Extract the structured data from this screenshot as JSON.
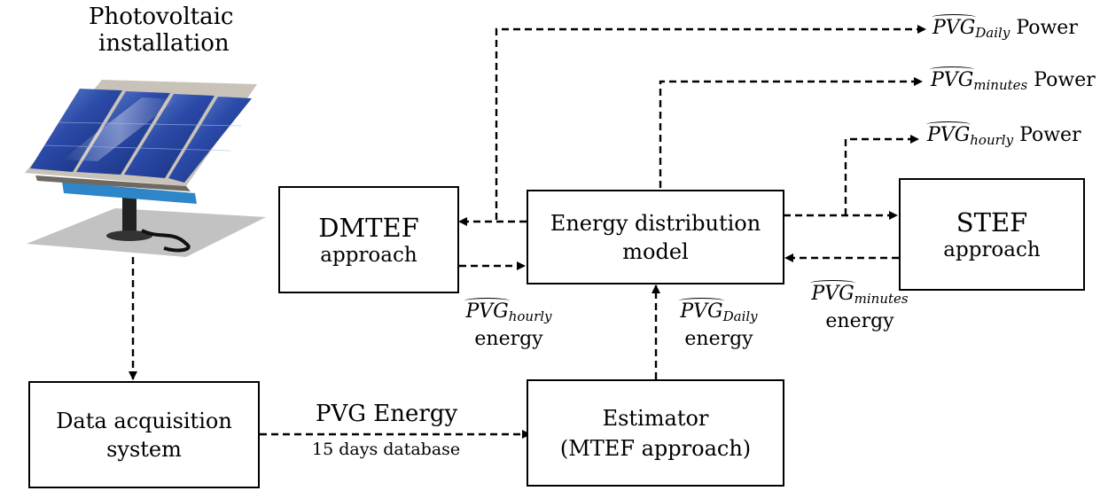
{
  "pv_installation": {
    "line1": "Photovoltaic",
    "line2": "installation"
  },
  "blocks": {
    "dmtef": {
      "line1": "DMTEF",
      "line2": "approach"
    },
    "energy_model": {
      "line1": "Energy distribution",
      "line2": "model"
    },
    "stef": {
      "line1": "STEF",
      "line2": "approach"
    },
    "data_acq": {
      "line1": "Data acquisition",
      "line2": "system"
    },
    "estimator": {
      "line1": "Estimator",
      "line2": "(MTEF approach)"
    }
  },
  "outputs": {
    "daily": {
      "symbol": "PVG",
      "subscript": "Daily",
      "suffix": "Power"
    },
    "minutes": {
      "symbol": "PVG",
      "subscript": "minutes",
      "suffix": "Power"
    },
    "hourly": {
      "symbol": "PVG",
      "subscript": "hourly",
      "suffix": "Power"
    }
  },
  "labels": {
    "hourly_energy": {
      "symbol": "PVG",
      "subscript": "hourly",
      "suffix": "energy"
    },
    "daily_energy": {
      "symbol": "PVG",
      "subscript": "Daily",
      "suffix": "energy"
    },
    "minutes_energy": {
      "symbol": "PVG",
      "subscript": "minutes",
      "suffix": "energy"
    },
    "pvg_energy": {
      "line1": "PVG Energy",
      "line2": "15 days database"
    }
  }
}
